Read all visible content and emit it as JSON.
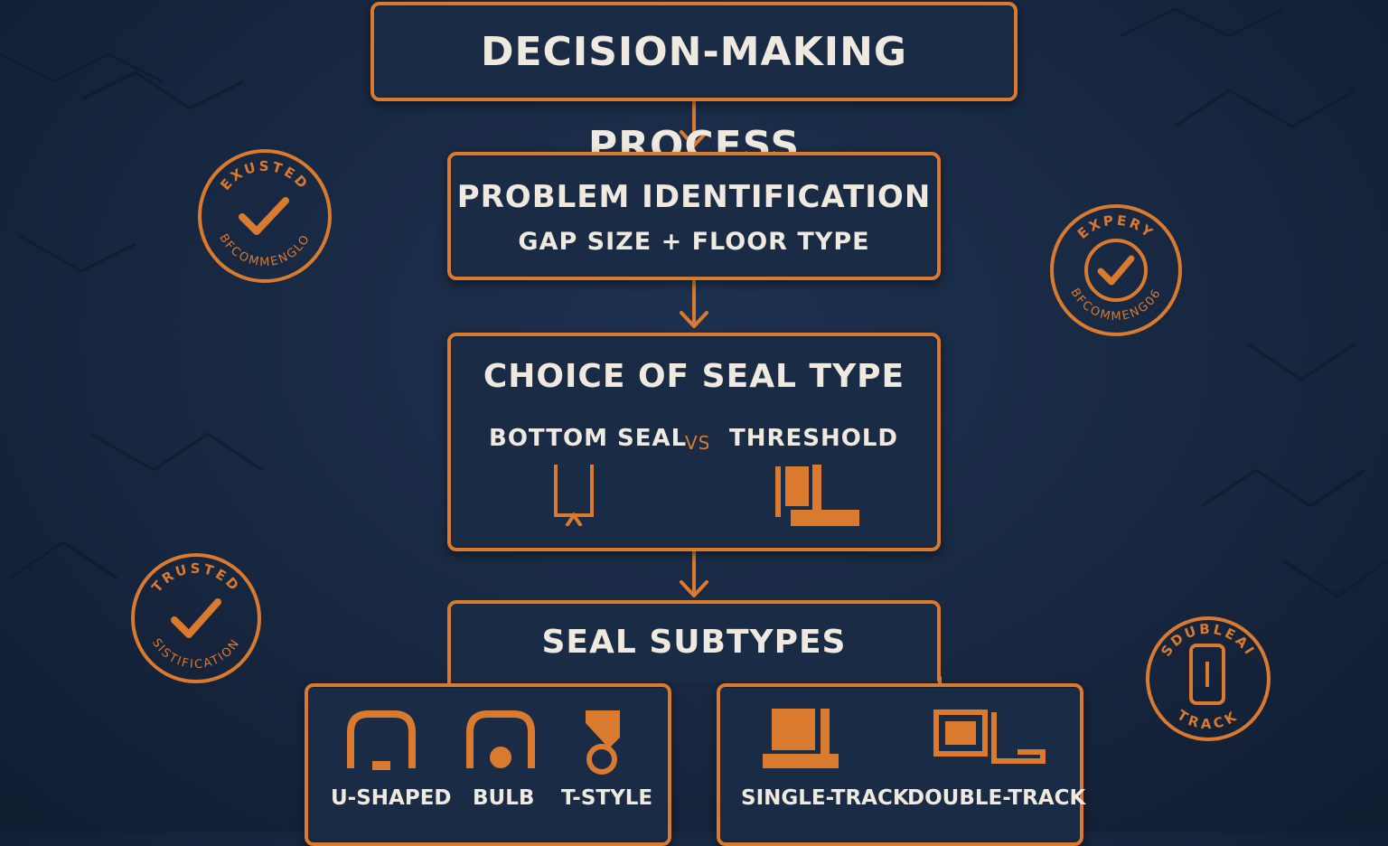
{
  "title": "DECISION-MAKING PROCESS",
  "problem": {
    "heading": "PROBLEM IDENTIFICATION",
    "detail": "GAP SIZE + FLOOR TYPE"
  },
  "choice": {
    "heading": "CHOICE OF SEAL TYPE",
    "option_a": "BOTTOM SEAL",
    "vs": "VS",
    "option_b": "THRESHOLD"
  },
  "subtypes": {
    "heading": "SEAL SUBTYPES",
    "bottom_seal_types": [
      "U-SHAPED",
      "BULB",
      "T-STYLE"
    ],
    "threshold_types": [
      "SINGLE-TRACK",
      "DOUBLE-TRACK"
    ]
  },
  "badges": [
    {
      "top": "EXUSTED",
      "bottom": "BFCOMMENGLO"
    },
    {
      "top": "EXPERY",
      "bottom": "BFCOMMENG06"
    },
    {
      "top": "TRUSTED",
      "bottom": "SISTIFICATION"
    },
    {
      "top": "SDUBLEAI",
      "bottom": "TRACK"
    }
  ],
  "colors": {
    "accent": "#d97a2f",
    "background": "#172740",
    "text": "#efe9df"
  }
}
